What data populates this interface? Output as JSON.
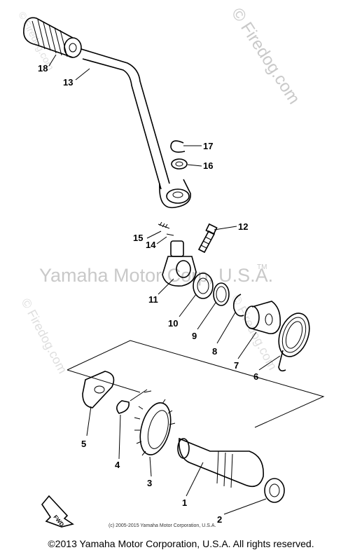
{
  "watermarks": {
    "firedog_top": "© Firedog.com",
    "firedog_left": "© Firedog.com",
    "firedog_right": "© Firedog.com",
    "firedog_mid": "© Firedog.com",
    "yamaha_center": "Yamaha Motor Corp, U.S.A.",
    "tm": "TM"
  },
  "small_copyright": "(c) 2005-2015 Yamaha Motor Corporation, U.S.A.",
  "fwd_label": "FWD",
  "footer": "©2013 Yamaha Motor Corporation, U.S.A. All rights reserved.",
  "callouts": {
    "p1": "1",
    "p2": "2",
    "p3": "3",
    "p4": "4",
    "p5": "5",
    "p6": "6",
    "p7": "7",
    "p8": "8",
    "p9": "9",
    "p10": "10",
    "p11": "11",
    "p12": "12",
    "p13": "13",
    "p14": "14",
    "p15": "15",
    "p16": "16",
    "p17": "17",
    "p18": "18"
  }
}
